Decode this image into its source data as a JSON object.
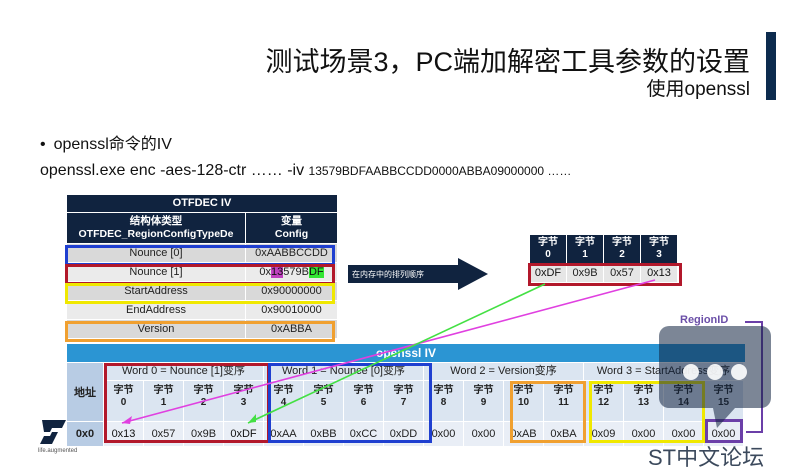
{
  "slide": {
    "title": "测试场景3，PC端加解密工具参数的设置",
    "subtitle": "使用openssl",
    "bullet": "openssl命令的IV",
    "command_main": "openssl.exe  enc  -aes-128-ctr  ……  -iv ",
    "command_iv": "13579BDFAABBCCDD0000ABBA09000000  ……"
  },
  "otfdec": {
    "title": "OTFDEC IV",
    "col1_header_line1": "结构体类型",
    "col1_header_line2": "OTFDEC_RegionConfigTypeDe",
    "col2_header_line1": "变量",
    "col2_header_line2": "Config",
    "rows": [
      {
        "name": "Nounce [0]",
        "value": "0xAABBCCDD"
      },
      {
        "name": "Nounce [1]",
        "value_prefix": "0x",
        "value_mag": "13",
        "value_mid": "579B",
        "value_grn": "DF"
      },
      {
        "name": "StartAddress",
        "value": "0x90000000"
      },
      {
        "name": "EndAddress",
        "value": "0x90010000"
      },
      {
        "name": "Version",
        "value": "0xABBA"
      }
    ]
  },
  "arrow_label": "在内存中的排列顺序",
  "memory_order": {
    "headers": [
      {
        "l1": "字节",
        "l2": "0"
      },
      {
        "l1": "字节",
        "l2": "1"
      },
      {
        "l1": "字节",
        "l2": "2"
      },
      {
        "l1": "字节",
        "l2": "3"
      }
    ],
    "values": [
      "0xDF",
      "0x9B",
      "0x57",
      "0x13"
    ]
  },
  "openssl_iv": {
    "title": "openssl IV",
    "address_header": "地址",
    "address_value": "0x0",
    "words": [
      {
        "title": "Word 0 = Nounce [1]变序"
      },
      {
        "title": "Word 1 = Nounce [0]变序"
      },
      {
        "title": "Word 2 = Version变序"
      },
      {
        "title": "Word 3 = StartAddress变序"
      }
    ],
    "byte_label": "字节",
    "bytes": [
      {
        "idx": "0",
        "val": "0x13"
      },
      {
        "idx": "1",
        "val": "0x57"
      },
      {
        "idx": "2",
        "val": "0x9B"
      },
      {
        "idx": "3",
        "val": "0xDF"
      },
      {
        "idx": "4",
        "val": "0xAA"
      },
      {
        "idx": "5",
        "val": "0xBB"
      },
      {
        "idx": "6",
        "val": "0xCC"
      },
      {
        "idx": "7",
        "val": "0xDD"
      },
      {
        "idx": "8",
        "val": "0x00"
      },
      {
        "idx": "9",
        "val": "0x00"
      },
      {
        "idx": "10",
        "val": "0xAB"
      },
      {
        "idx": "11",
        "val": "0xBA"
      },
      {
        "idx": "12",
        "val": "0x09"
      },
      {
        "idx": "13",
        "val": "0x00"
      },
      {
        "idx": "14",
        "val": "0x00"
      },
      {
        "idx": "15",
        "val": "0x00"
      }
    ]
  },
  "region_label": "RegionID",
  "logo_tag": "life.augmented",
  "watermark": "ST中文论坛",
  "colors": {
    "blue_box": "#1f3fd0",
    "red_box": "#b2182b",
    "yellow_box": "#f0e800",
    "orange_box": "#f0a030",
    "purple_box": "#6b3fa8",
    "magenta_line": "#e040e0",
    "green_line": "#44e044"
  }
}
